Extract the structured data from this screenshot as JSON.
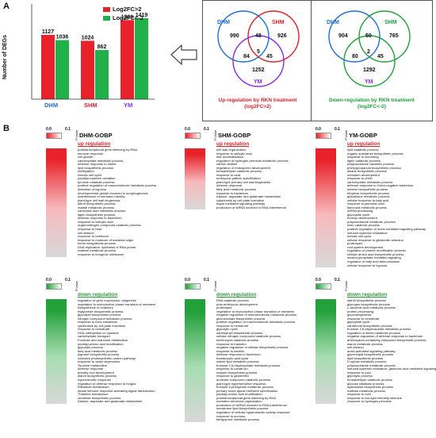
{
  "panelA": {
    "letter": "A",
    "ylabel": "Number of DEGs",
    "legend": [
      "Log2FC>2",
      "Log2FC<-2"
    ],
    "venn_up": {
      "sets": [
        "DHM",
        "SHM",
        "YM"
      ],
      "values": {
        "dhm_only": "990",
        "shm_only": "926",
        "ym_only": "1252",
        "dhm_shm": "48",
        "dhm_ym": "84",
        "shm_ym": "45",
        "all": "5"
      },
      "caption": "Up-regulation by RKN treatment (log2FC>2)"
    },
    "venn_down": {
      "sets": [
        "DHM",
        "SHM",
        "YM"
      ],
      "values": {
        "dhm_only": "904",
        "shm_only": "765",
        "ym_only": "1292",
        "dhm_shm": "50",
        "dhm_ym": "80",
        "shm_ym": "45",
        "all": "2"
      },
      "caption": "Down-regulation by RKN treatment (log2FC<-2)"
    }
  },
  "chart_data": {
    "type": "bar",
    "categories": [
      "DHM",
      "SHM",
      "YM"
    ],
    "series": [
      {
        "name": "Log2FC>2",
        "values": [
          1127,
          1024,
          1386
        ]
      },
      {
        "name": "Log2FC<-2",
        "values": [
          1036,
          862,
          1419
        ]
      }
    ],
    "ylabel": "Number of DEGs",
    "ylim": [
      0,
      1600
    ],
    "category_colors": [
      "#1f6fd1",
      "#d8222a",
      "#8a2be2"
    ],
    "colors": [
      "#e8222a",
      "#22b04b"
    ],
    "value_labels": [
      "1127",
      "1036",
      "1024",
      "862",
      "1386",
      "1419"
    ]
  },
  "panelB": {
    "letter": "B",
    "scale_min": "0.0",
    "scale_max": "0.1",
    "pvalue_label": "P.Value",
    "up_label": "up regulation",
    "down_label": "down regulation",
    "colors": {
      "up": "#e8222a",
      "down": "#22a03a"
    },
    "dhm": {
      "title": "DHM-GOBP",
      "up": [
        "posttranscriptional gene silencing by RNA",
        "immune response",
        "cell growth",
        "carbohydrate metabolic process",
        "defense response to insect",
        "lipid biosynthetic process",
        "methylation",
        "meiotic cell cycle",
        "peptidyl-cysteine oxidation",
        "tyrosine catabolic process",
        "positive regulation of macromolecule metabolic process",
        "detection of hypoxia",
        "developmental growth involved in morphogenesis",
        "maintenance of meristem identity",
        "plant-type cell wall biogenesis",
        "sterol biosynthetic process",
        "malate metabolic process",
        "carboxylic acid metabolic process",
        "lignin biosynthetic process",
        "defense response to bacterium",
        "response to salicylic acid",
        "organonitrogen compound catabolic process",
        "response to heat",
        "cell division",
        "response to herbivore",
        "response to molecule of bacterial origin",
        "heme biosynthetic process",
        "DNA replication, synthesis of RNA primer",
        "maltose metabolic process",
        "response to inorganic substance"
      ],
      "down": [
        "regulation of gene expression, epigenetic",
        "vegetative to reproductive phase transition of meristem",
        "Biosynthesis of cofactors",
        "triglyceride biosynthetic process",
        "glycolipid biosynthetic process",
        "nitrogen compound metabolic process",
        "response to toxic substance",
        "cytokinesis by cell plate formation",
        "response to nematode",
        "DNA methylation on cytosine",
        "carbohydrate transport",
        "Fructose and mannose metabolism",
        "peptidyl-amino acid modification",
        "glycolytic process",
        "fatty acid metabolic process",
        "pigment biosynthetic process",
        "oxidative photosynthetic carbon pathway",
        "response to water deprivation",
        "Tyrosine metabolism",
        "defense response",
        "primary root development",
        "starch biosynthetic process",
        "hyperosmotic response",
        "regulation of defense response to fungus",
        "Riboflavin metabolism",
        "innate immune response-activating signal transduction",
        "Thiamine metabolism",
        "ceramide biosynthetic process",
        "Alanine, aspartate and glutamate metabolism"
      ]
    },
    "shm": {
      "title": "SHM-GOBP",
      "up": [
        "cell wall organization",
        "response to salicylic acid",
        "leaf acclimatization",
        "regulation of hydrogen peroxide metabolic process",
        "carbon fixation",
        "regulation of endosperm development",
        "formaldehyde catabolic process",
        "response to heat",
        "embryonic pattern specification",
        "plant-type primary cell wall biogenesis",
        "defense response",
        "fatty acid metabolic process",
        "response to bacterium",
        "Alanine, aspartate and glutamate metabolism",
        "cytokinesis by cell plate formation",
        "sugar mediated signaling pathway",
        "production of siRNA involved in RNA interference"
      ],
      "down": [
        "RNA catabolic process",
        "post-embryonic development",
        "proteolysis",
        "vegetative to reproductive phase transition of meristem",
        "negative regulation of macromolecule metabolic process",
        "glucosinolate biosynthetic process",
        "positive regulation of macromolecule metabolic process",
        "response to nematode",
        "glycolytic cycle",
        "xanthophyll biosynthetic process",
        "cellular nitrogen compound catabolic process",
        "heterocycle catabolic process",
        "response to mannitol",
        "negative regulation of cellular biosynthetic process",
        "response to karrikin",
        "defense response to bacterium",
        "tricarboxylic acid cycle",
        "cuticle lipid metabolic process",
        "fructose 2,6-bisphosphate metabolic process",
        "response to cobalt ion",
        "oxylipin biosynthetic process",
        "response to gibberellin",
        "aromatic compound catabolic process",
        "plant-type hypersensitive response",
        "fructose 6-phosphate metabolic process",
        "primary shoot apical meristem specification",
        "peptidyl-amino acid modification",
        "posttranscriptional gene silencing by RNA",
        "meristem structural organization",
        "production of lsiRNA involved in RNA interference",
        "membrane lipid biosynthetic process",
        "regulation of cellular hyperosmotic salinity response",
        "response to sucrose",
        "tetrapyrrole metabolic process"
      ]
    },
    "ym": {
      "title": "YM-GOBP",
      "up": [
        "lipid catabolic process",
        "organic substance biosynthetic process",
        "response to wounding",
        "lignin catabolic process",
        "polysaccharide catabolic process",
        "phenylpropanoid biosynthetic process",
        "alkane biosynthetic process",
        "meristem development",
        "response to chitin",
        "carbohydrate metabolic process",
        "defense response to Gram-negative bacterium",
        "suberin biosynthetic process",
        "ethylene biosynthetic process",
        "glutathione metabolic process",
        "cellular response to fatty acid",
        "response to jasmonic acid",
        "flavonoid metabolic process",
        "mRNA processing",
        "glyoxylate cycle",
        "embryo development",
        "polysaccharide metabolic process",
        "toxin catabolic process",
        "positive regulation of auxin mediated signaling pathway",
        "induced systemic resistance",
        "meiotic cell cycle",
        "cellular response to gibberellin stimulus",
        "proteolysis",
        "root system development",
        "regulation of protein modification process",
        "cellular amino acid biosynthetic process",
        "inositol phosphate-mediated signaling",
        "regulation of fatty acid beta-oxidation",
        "cellular response to hypoxia"
      ],
      "down": [
        "starch biosynthetic process",
        "glycogen biosynthetic process",
        "L-ascorbic acid metabolic process",
        "protein processing",
        "gluconeogenesis",
        "response to nematode",
        "glyoxylate cycle",
        "carotenoid biosynthetic process",
        "fructose 1,6-bisphosphate metabolic process",
        "regulation of sterol metabolic process",
        "negative regulation of defense response to bacterium",
        "anthocyanin-containing compound biosynthetic process",
        "starch metabolic process",
        "cell division",
        "auxin-activated signaling pathway",
        "glycerolipid biosynthetic process",
        "lipid biosynthetic process",
        "D-xylose metabolic process",
        "polysaccharide metabolic process",
        "induced systemic resistance, jasmonic acid mediated signaling pathway",
        "response to cold",
        "glycolytic process",
        "formaldehyde catabolic process",
        "glucose catabolic process",
        "wybutosine biosynthetic process",
        "maltose metabolic process",
        "response to cold",
        "response to low light intensity stimulus",
        "response to hydrogen peroxide"
      ]
    }
  }
}
